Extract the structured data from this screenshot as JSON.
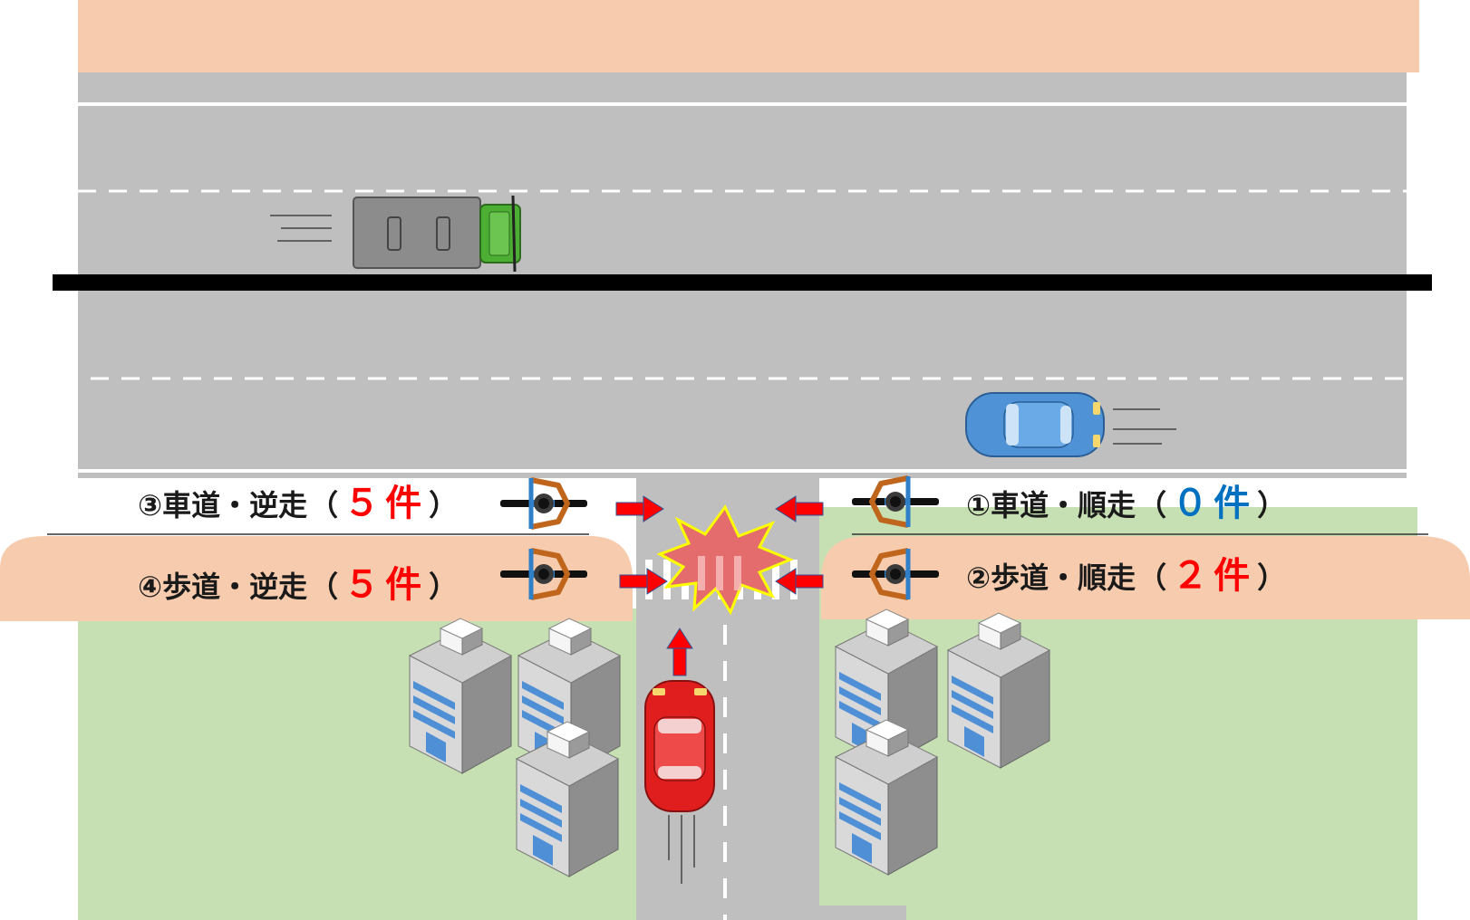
{
  "colors": {
    "sidewalk": "#f7cbad",
    "road": "#bfbfbf",
    "grass": "#c6e0b4",
    "median": "#000000",
    "lane_line": "#ffffff",
    "arrow": "#ff0000",
    "count_red": "#ff0000",
    "count_blue": "#0070c0",
    "collision_fill": "#e46c6c",
    "collision_outline": "#ffff00"
  },
  "labels": {
    "l1": {
      "text": "①車道・順走",
      "open": "（",
      "count": "０件",
      "close": "）",
      "count_color": "#0070c0"
    },
    "l2": {
      "text": "②歩道・順走",
      "open": "（",
      "count": "２件",
      "close": "）",
      "count_color": "#ff0000"
    },
    "l3": {
      "text": "③車道・逆走",
      "open": "（",
      "count": "５件",
      "close": "）",
      "count_color": "#ff0000"
    },
    "l4": {
      "text": "④歩道・逆走",
      "open": "（",
      "count": "５件",
      "close": "）",
      "count_color": "#ff0000"
    }
  },
  "icons": {
    "truck": "truck-icon",
    "car_blue": "car-icon",
    "car_red": "car-icon",
    "bicycle": "bicycle-icon",
    "building": "building-icon",
    "collision": "collision-icon",
    "arrow": "arrow-icon"
  }
}
